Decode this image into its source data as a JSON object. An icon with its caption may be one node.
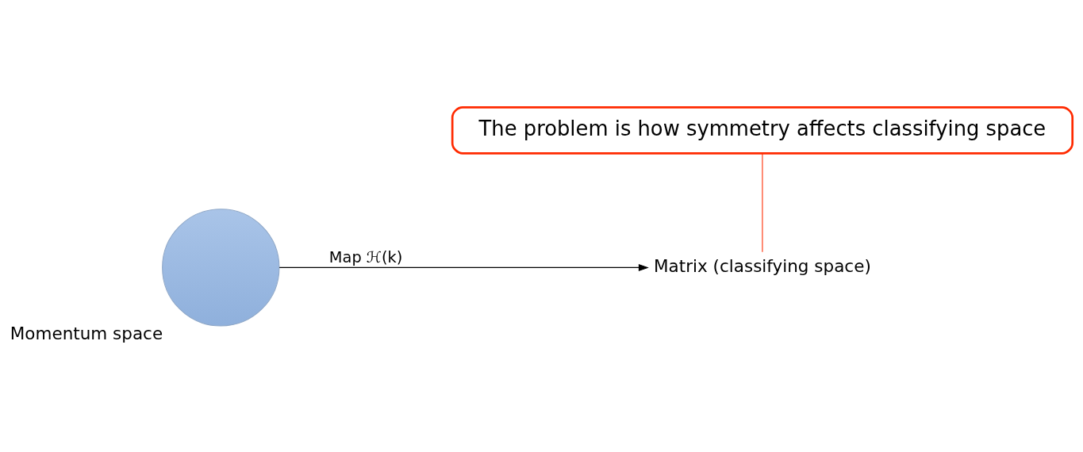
{
  "diagram": {
    "nodes": [
      {
        "text": [],
        "shape": "circle",
        "beside": [
          "Momentum space"
        ]
      },
      {
        "text": [
          "Matrix (classifying space)"
        ]
      },
      {
        "text": [
          "The problem is how symmetry affects classifying space"
        ]
      }
    ],
    "edges": [
      {
        "from": 0,
        "to": 1,
        "arrow": "to",
        "label": "Map ℋ(k)"
      },
      {
        "from": 2,
        "to": 1,
        "arrow": "none",
        "color": "#ff2a00"
      }
    ]
  }
}
